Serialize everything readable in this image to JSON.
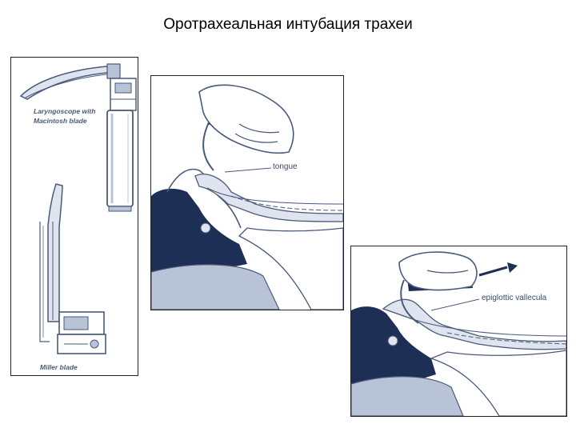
{
  "slide": {
    "title": "Оротрахеальная интубация трахеи"
  },
  "panels": {
    "laryngoscopes": {
      "macintosh_caption_line1": "Laryngoscope with",
      "macintosh_caption_line2": "Macintosh blade",
      "miller_caption": "Miller blade"
    },
    "tongue_view": {
      "tongue_label": "tongue"
    },
    "vallecula_view": {
      "vallecula_label": "epiglottic vallecula"
    }
  },
  "colors": {
    "ink": "#4a5a7a",
    "navy": "#1e2f55",
    "light_fill": "#dfe4ef",
    "mid_fill": "#b9c3d8"
  }
}
